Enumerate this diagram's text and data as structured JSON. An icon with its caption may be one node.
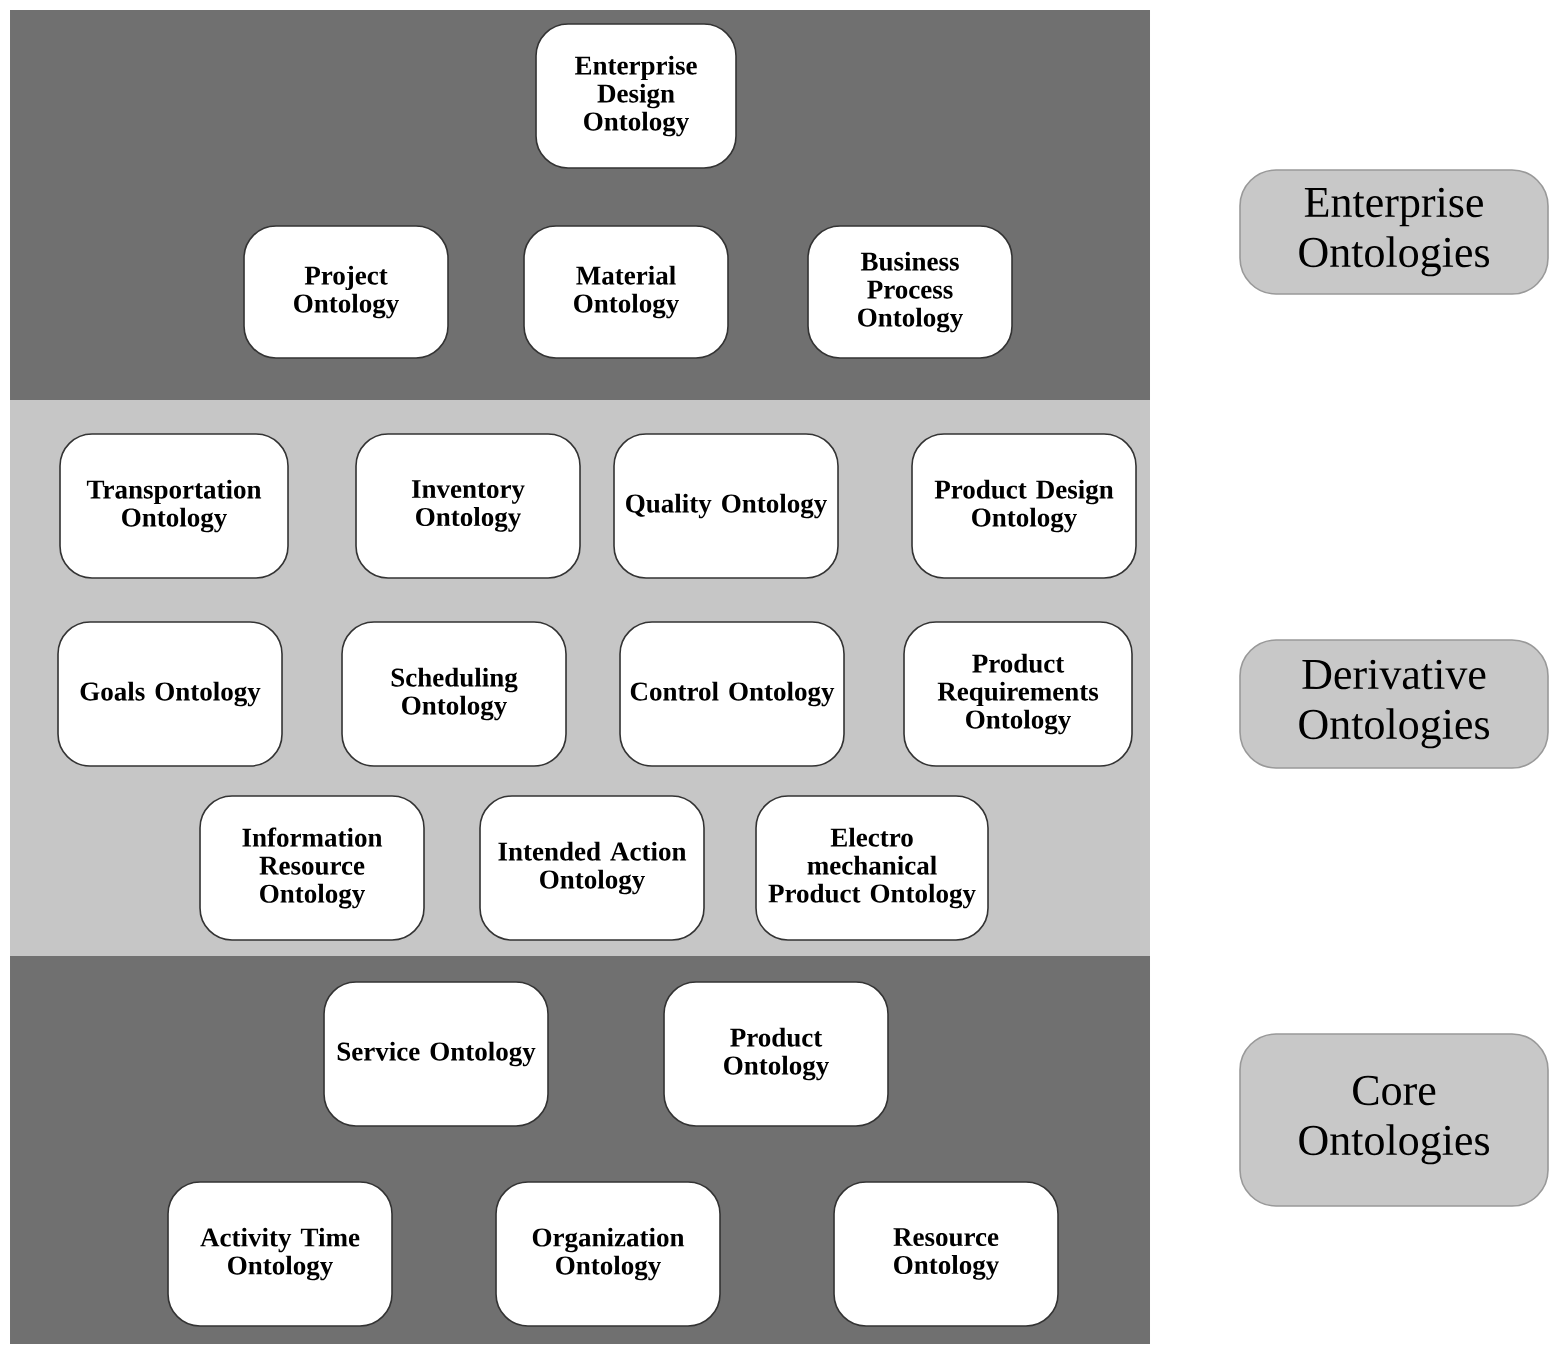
{
  "diagram": {
    "nodes": [
      {
        "text": [],
        "shape": "box"
      },
      {
        "text": [
          "Enterprise Design Ontology"
        ],
        "in": 0
      },
      {
        "text": [
          "Project Ontology"
        ],
        "in": 0
      },
      {
        "text": [
          "Material Ontology"
        ],
        "in": 0
      },
      {
        "text": [
          "Business Process Ontology"
        ],
        "in": 0
      },
      {
        "text": [
          "Enterprise Ontologies"
        ]
      },
      {
        "text": [],
        "shape": "box"
      },
      {
        "text": [
          "Transportation Ontology"
        ],
        "in": 6
      },
      {
        "text": [
          "Inventory Ontology"
        ],
        "in": 6
      },
      {
        "text": [
          "Quality Ontology"
        ],
        "in": 6
      },
      {
        "text": [
          "Product Design Ontology"
        ],
        "in": 6
      },
      {
        "text": [
          "Goals Ontology"
        ],
        "in": 6
      },
      {
        "text": [
          "Scheduling Ontology"
        ],
        "in": 6
      },
      {
        "text": [
          "Control Ontology"
        ],
        "in": 6
      },
      {
        "text": [
          "Product Requirements Ontology"
        ],
        "in": 6
      },
      {
        "text": [
          "Information Resource Ontology"
        ],
        "in": 6
      },
      {
        "text": [
          "Intended Action Ontology"
        ],
        "in": 6
      },
      {
        "text": [
          "Electro mechanical Product Ontology"
        ],
        "in": 6
      },
      {
        "text": [
          "Derivative Ontologies"
        ]
      },
      {
        "text": [],
        "shape": "box"
      },
      {
        "text": [
          "Service Ontology"
        ],
        "in": 19
      },
      {
        "text": [
          "Product Ontology"
        ],
        "in": 19
      },
      {
        "text": [
          "Activity Time Ontology"
        ],
        "in": 19
      },
      {
        "text": [
          "Organization Ontology"
        ],
        "in": 19
      },
      {
        "text": [
          "Resource Ontology"
        ],
        "in": 19
      },
      {
        "text": [
          "Core Ontologies"
        ]
      }
    ]
  }
}
